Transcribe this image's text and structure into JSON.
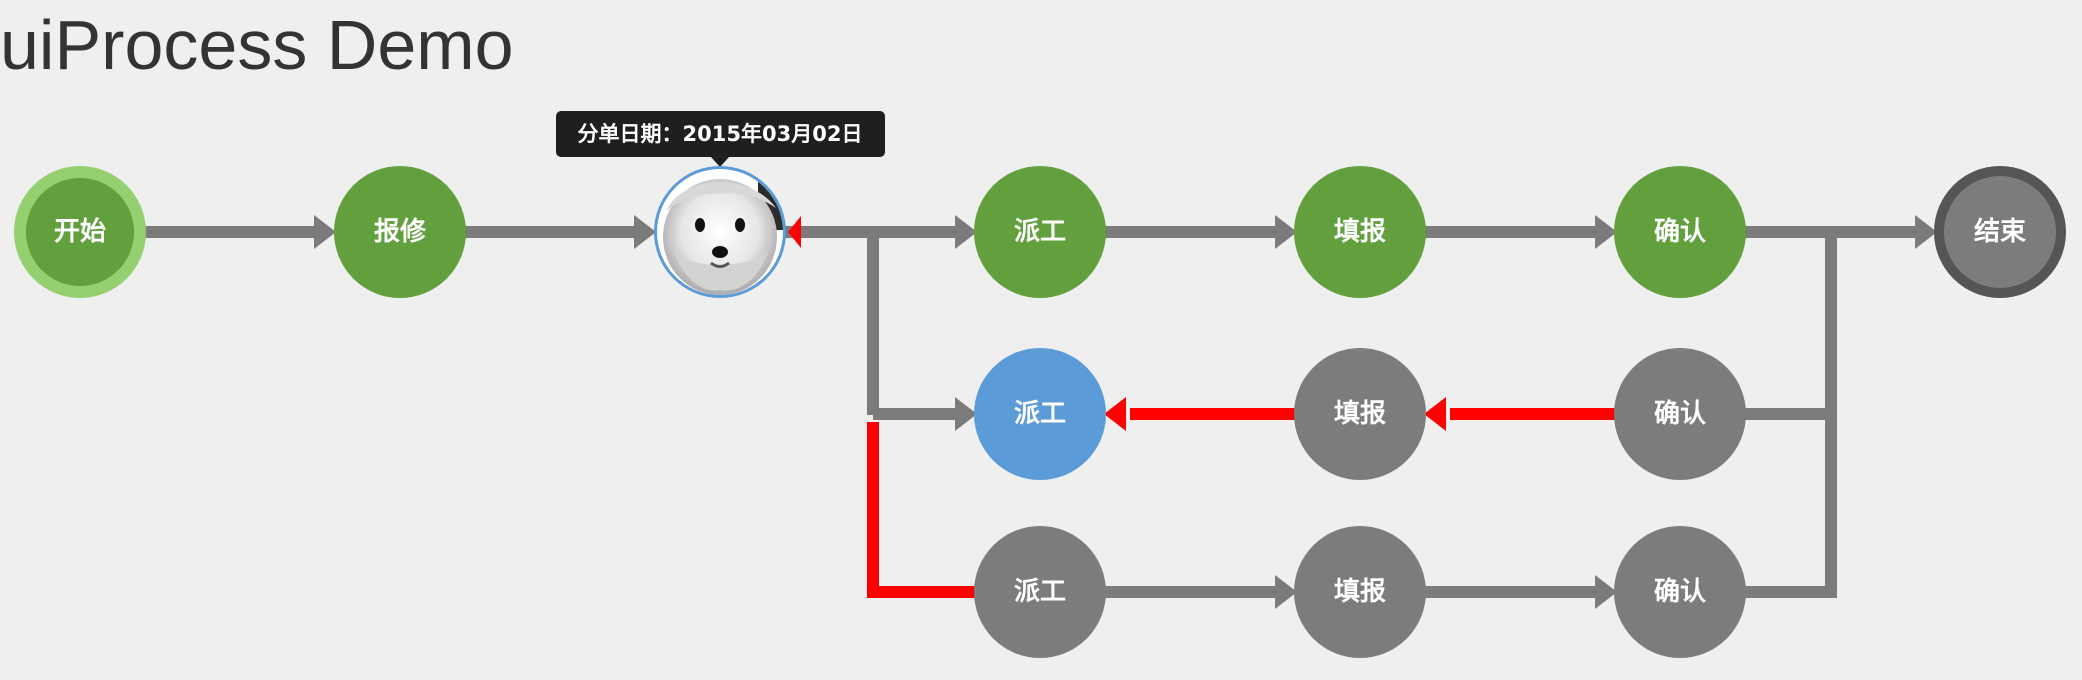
{
  "page": {
    "title": "uiProcess Demo"
  },
  "tooltip": {
    "text": "分单日期：2015年03月02日"
  },
  "colors": {
    "background": "#efefef",
    "title_text": "#333333",
    "connector": "#7b7b7b",
    "return_path": "#ff0000",
    "completed": "#62a03e",
    "start_ring": "#94cf70",
    "current": "#5b9bd7",
    "pending": "#7c7c7c",
    "end_ring": "#555555",
    "tooltip_bg": "#1f1f1f",
    "tooltip_text": "#ffffff"
  },
  "nodes": [
    {
      "id": "start",
      "label": "开始",
      "status": "start"
    },
    {
      "id": "report-repair",
      "label": "报修",
      "status": "completed"
    },
    {
      "id": "avatar-step",
      "label": "",
      "status": "active-avatar"
    },
    {
      "id": "dispatch-top",
      "label": "派工",
      "status": "completed"
    },
    {
      "id": "fill-top",
      "label": "填报",
      "status": "completed"
    },
    {
      "id": "confirm-top",
      "label": "确认",
      "status": "completed"
    },
    {
      "id": "end",
      "label": "结束",
      "status": "end"
    },
    {
      "id": "dispatch-middle",
      "label": "派工",
      "status": "current"
    },
    {
      "id": "fill-middle",
      "label": "填报",
      "status": "pending"
    },
    {
      "id": "confirm-middle",
      "label": "确认",
      "status": "pending"
    },
    {
      "id": "dispatch-bottom",
      "label": "派工",
      "status": "pending"
    },
    {
      "id": "fill-bottom",
      "label": "填报",
      "status": "pending"
    },
    {
      "id": "confirm-bottom",
      "label": "确认",
      "status": "pending"
    }
  ],
  "icons": {
    "avatar": "dog-avatar-icon"
  }
}
